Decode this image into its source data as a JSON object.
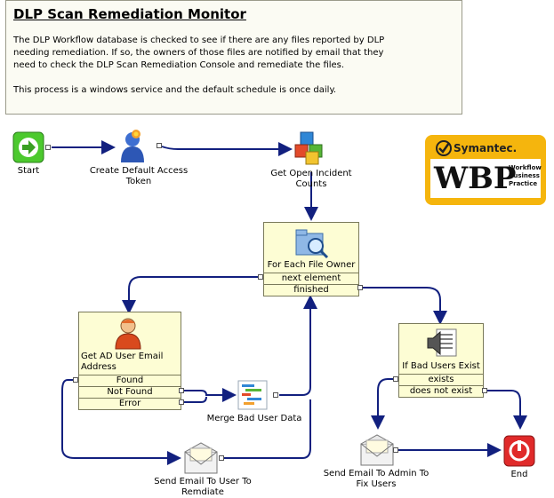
{
  "description": {
    "title": "DLP Scan Remediation Monitor",
    "para1_line1": "The DLP Workflow database is checked to see if there are any files reported by DLP",
    "para1_line2": "needing remediation.  If so, the owners of those files are notified by email that they",
    "para1_line3": "need to check the DLP Scan Remediation Console and remediate the files.",
    "para2": "This process is a windows service and the default schedule is once daily."
  },
  "logo": {
    "brand": "Symantec.",
    "wbp": "WBP",
    "sub_line1": "Workflow",
    "sub_line2": "Business",
    "sub_line3": "Practice"
  },
  "steps": {
    "start": "Start",
    "create_token_line1": "Create Default Access",
    "create_token_line2": "Token",
    "get_counts_line1": "Get Open Incident",
    "get_counts_line2": "Counts",
    "for_each": "For Each File Owner",
    "for_each_next": "next element",
    "for_each_finished": "finished",
    "get_ad_line1": "Get AD User Email",
    "get_ad_line2": "Address",
    "get_ad_found": "Found",
    "get_ad_not_found": "Not Found",
    "get_ad_error": "Error",
    "merge": "Merge Bad User Data",
    "if_bad": "If Bad Users Exist",
    "if_exists": "exists",
    "if_not_exist": "does not exist",
    "send_user_line1": "Send Email To User To",
    "send_user_line2": "Remdiate",
    "send_admin_line1": "Send Email To Admin To",
    "send_admin_line2": "Fix Users",
    "end": "End"
  },
  "colors": {
    "wire": "#12207f",
    "node_bg": "#fdfdd4",
    "logo_bg": "#f5b50d"
  }
}
